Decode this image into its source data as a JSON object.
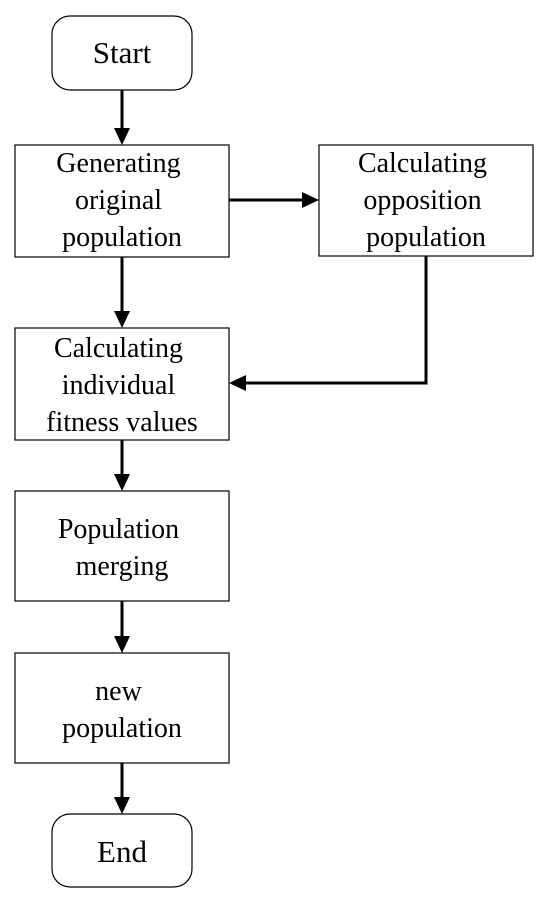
{
  "flowchart": {
    "nodes": {
      "start": {
        "lines": [
          "Start"
        ]
      },
      "generate": {
        "lines": [
          "Generating",
          "original",
          "population"
        ]
      },
      "opposition": {
        "lines": [
          "Calculating",
          "opposition",
          "population"
        ]
      },
      "fitness": {
        "lines": [
          "Calculating",
          "individual",
          "fitness values"
        ]
      },
      "merge": {
        "lines": [
          "Population",
          "merging"
        ]
      },
      "newpop": {
        "lines": [
          "new",
          "population"
        ]
      },
      "end": {
        "lines": [
          "End"
        ]
      }
    }
  }
}
